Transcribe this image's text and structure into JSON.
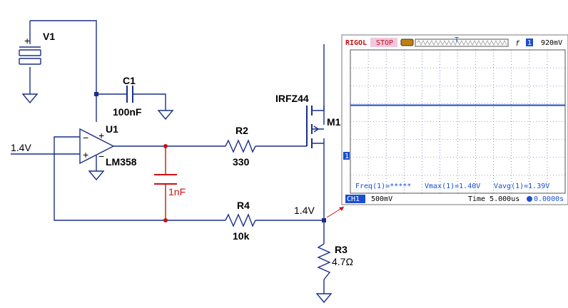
{
  "schematic": {
    "v1": "V1",
    "c1": "C1",
    "c1_value": "100nF",
    "u1": "U1",
    "u1_model": "LM358",
    "input_voltage": "1.4V",
    "r2": "R2",
    "r2_value": "330",
    "cap_value": "1nF",
    "r4": "R4",
    "r4_value": "10k",
    "m1_model": "IRFZ44",
    "m1": "M1",
    "source_voltage": "1.4V",
    "r3": "R3",
    "r3_value": "4.7Ω",
    "opamp_minus": "−",
    "opamp_plus": "+",
    "v1_plus": "+"
  },
  "scope": {
    "brand": "RIGOL",
    "run_state": "STOP",
    "trigger_marker": "T",
    "trigger_edge": "f",
    "trigger_channel": "1",
    "trigger_level": "920mV",
    "channel_marker": "1",
    "freq": "Freq(1)=*****",
    "vmax": "Vmax(1)=1.40V",
    "vavg": "Vavg(1)=1.39V",
    "ch1_label": "CH1",
    "ch1_scale": "500mV",
    "time_scale": "Time 5.000us",
    "time_offset": "0.0000s",
    "trace_level_volts": 1.4,
    "colors": {
      "trace": "#1a4fd0",
      "brand": "#c01010",
      "stop_bg": "#f0c8e0",
      "grid": "#3a50a0"
    }
  }
}
